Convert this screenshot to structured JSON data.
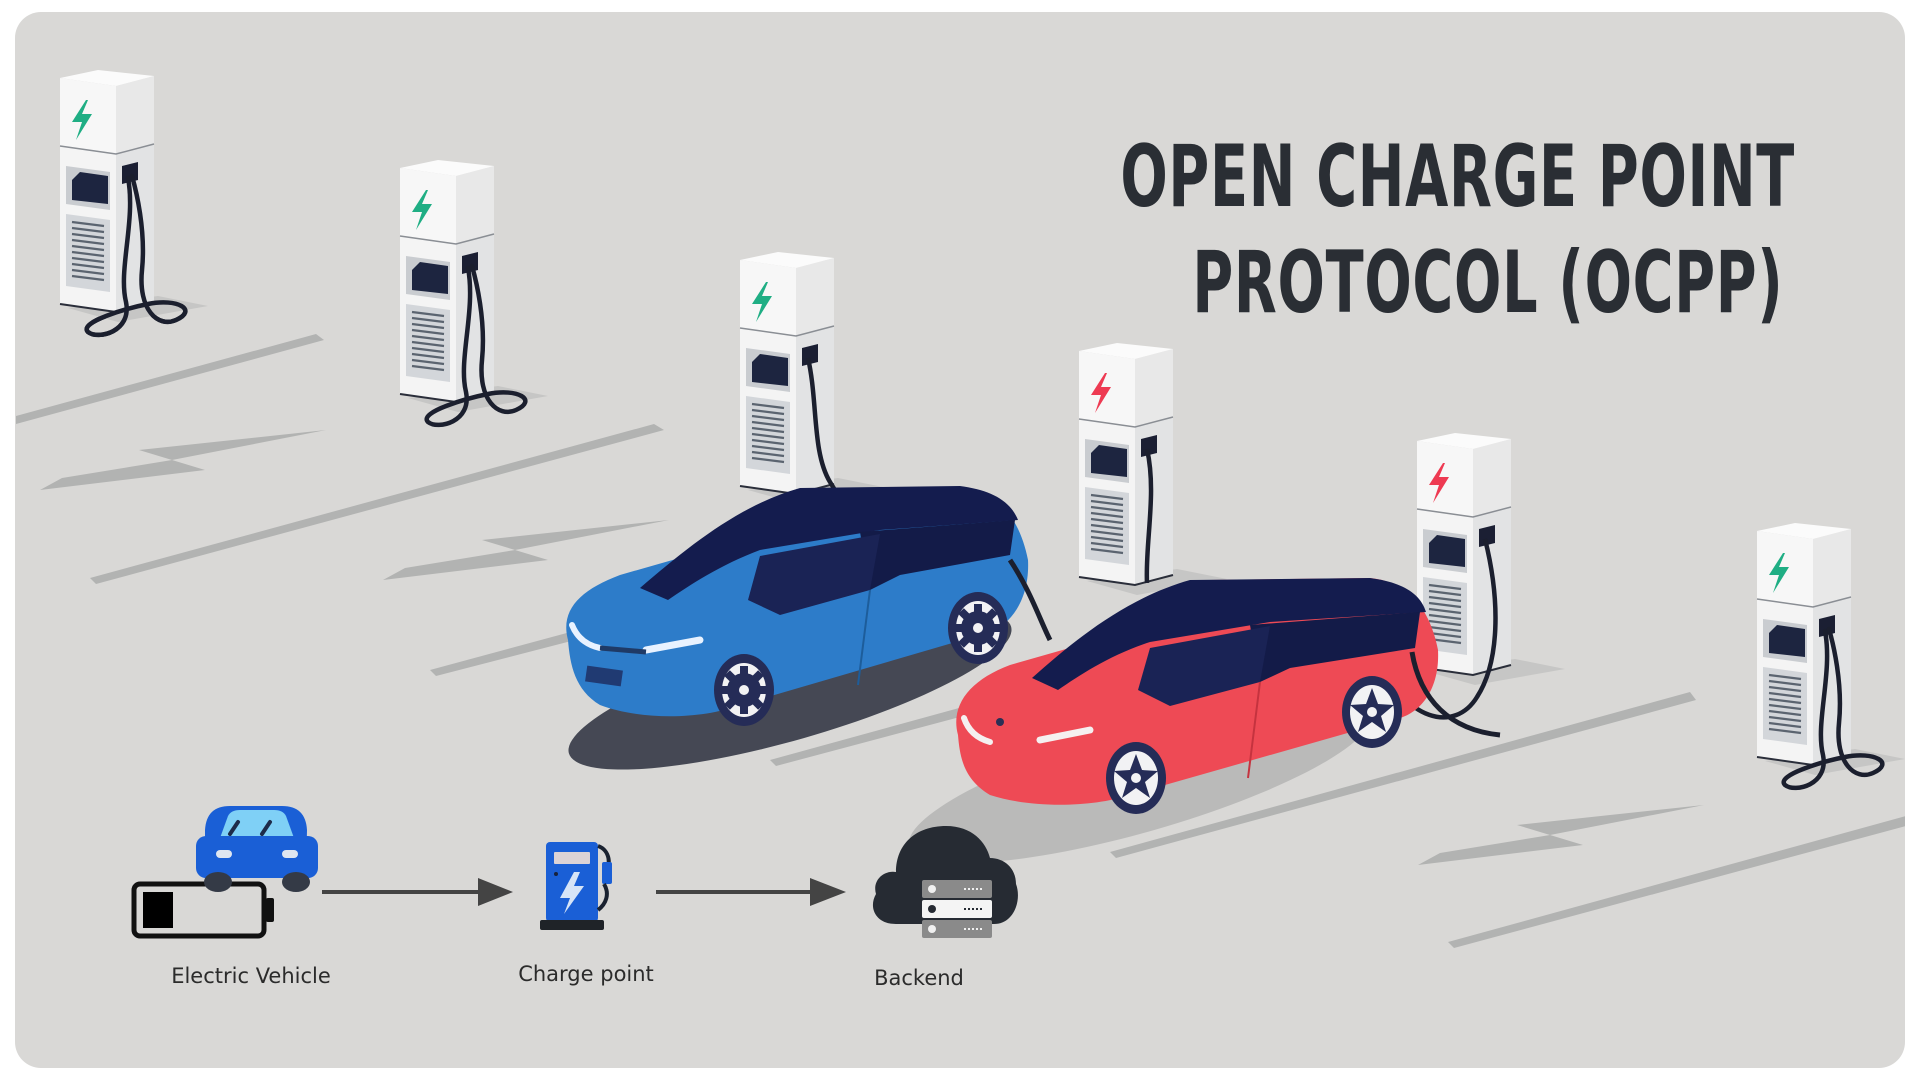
{
  "title": {
    "line1": "OPEN CHARGE POINT",
    "line2": "PROTOCOL (OCPP)"
  },
  "flow": {
    "steps": [
      {
        "label": "Electric Vehicle",
        "icon": "car-battery-icon"
      },
      {
        "label": "Charge point",
        "icon": "charging-station-icon"
      },
      {
        "label": "Backend",
        "icon": "cloud-server-icon"
      }
    ],
    "arrows": [
      "arrow-right-icon",
      "arrow-right-icon"
    ]
  },
  "scene": {
    "stations": [
      {
        "bolt_color": "#1fae84"
      },
      {
        "bolt_color": "#1fae84"
      },
      {
        "bolt_color": "#1fae84"
      },
      {
        "bolt_color": "#ee3a52"
      },
      {
        "bolt_color": "#ee3a52"
      },
      {
        "bolt_color": "#1fae84"
      }
    ],
    "cars": [
      {
        "color": "#2d7cc9",
        "name": "blue-car"
      },
      {
        "color": "#ee4a55",
        "name": "red-car"
      }
    ]
  },
  "colors": {
    "background": "#d9d8d6",
    "title": "#2a2e34",
    "flow_icon_blue": "#1a5fd6",
    "arrow": "#444444",
    "road_mark": "#b2b3b2"
  }
}
